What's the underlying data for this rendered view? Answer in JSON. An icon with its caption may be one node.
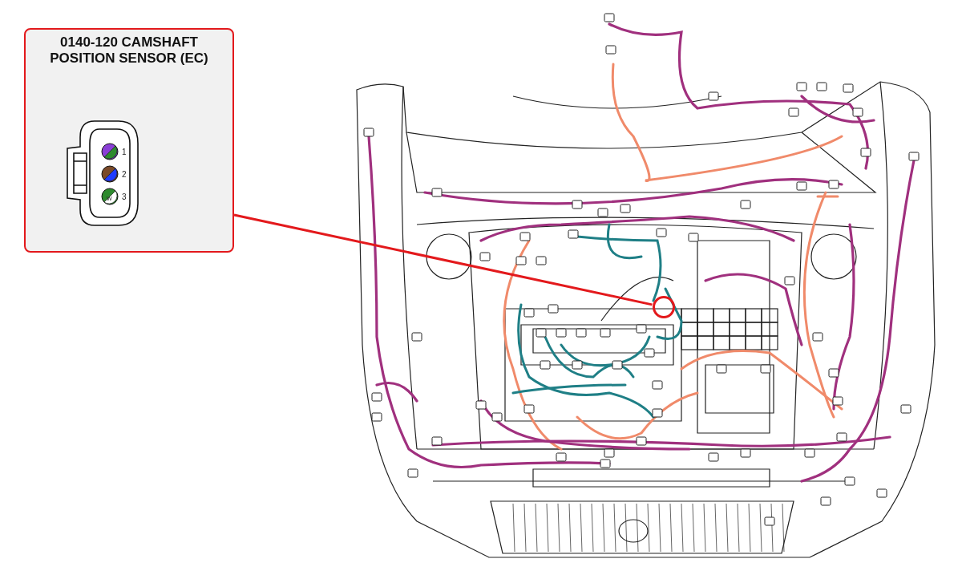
{
  "diagram": {
    "nodes": [
      {
        "text": [
          "0140-120 CAMSHAFT POSITION SENSOR (EC)"
        ]
      },
      {
        "text": [],
        "shape": "circle"
      }
    ],
    "edges": [
      {
        "from": 0,
        "to": 1,
        "arrow": "none",
        "color": "#e3191c"
      }
    ],
    "labels": [
      "1",
      "2",
      "3",
      "W"
    ]
  }
}
